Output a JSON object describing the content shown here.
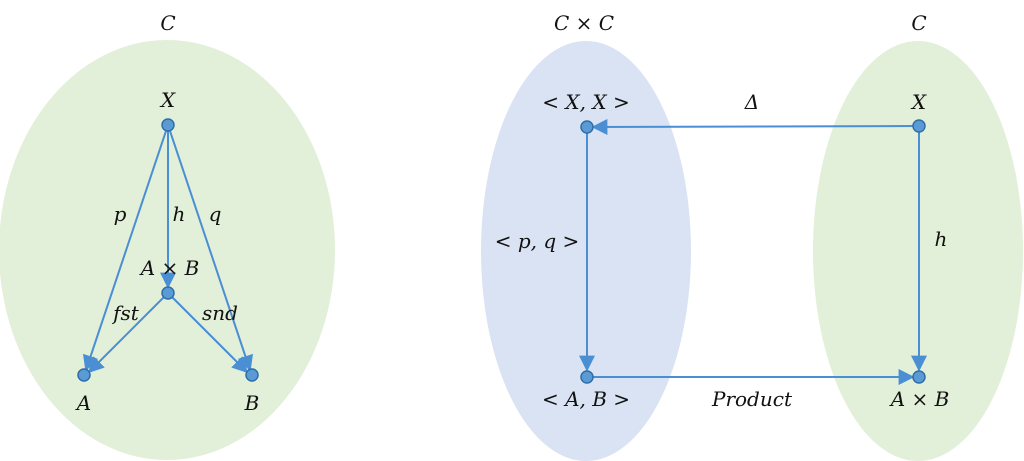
{
  "colors": {
    "green_region": "#e2efd9",
    "blue_region": "#dae3f3",
    "arrow": "#4a8ed4",
    "node_fill": "#5b9bd5",
    "node_stroke": "#2f6ea8",
    "text": "#111111"
  },
  "left_diagram": {
    "category_label": "C",
    "objects": {
      "x": "X",
      "product": "A × B",
      "a": "A",
      "b": "B"
    },
    "morphisms": {
      "p": "p",
      "q": "q",
      "h": "h",
      "fst": "fst",
      "snd": "snd"
    }
  },
  "right_diagram": {
    "product_category_label": "C × C",
    "category_label": "C",
    "objects": {
      "pair_xx": "< X, X >",
      "pair_ab": "< A, B >",
      "x": "X",
      "product": "A × B"
    },
    "morphisms": {
      "delta": "Δ",
      "pair_pq": "< p, q >",
      "h": "h",
      "product_functor": "Product"
    }
  }
}
